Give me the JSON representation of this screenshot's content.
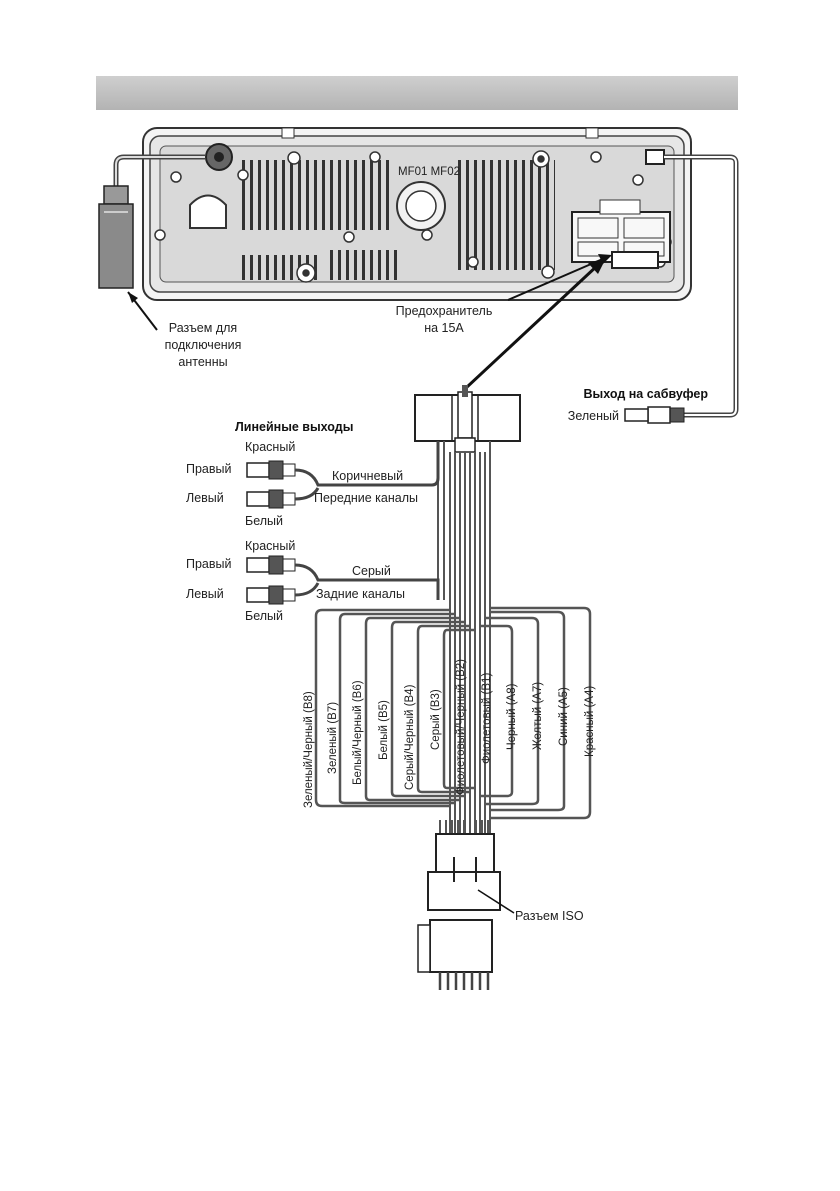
{
  "labels": {
    "antenna_line1": "Разъем для",
    "antenna_line2": "подключения",
    "antenna_line3": "антенны",
    "fuse_line1": "Предохранитель",
    "fuse_line2": "на 15А",
    "subwoofer_title": "Выход на сабвуфер",
    "subwoofer_color": "Зеленый",
    "line_outputs_title": "Линейные выходы",
    "front_red": "Красный",
    "front_right": "Правый",
    "front_left": "Левый",
    "front_white": "Белый",
    "front_wire_color": "Коричневый",
    "front_channels": "Передние каналы",
    "rear_red": "Красный",
    "rear_right": "Правый",
    "rear_left": "Левый",
    "rear_white": "Белый",
    "rear_wire_color": "Серый",
    "rear_channels": "Задние каналы",
    "iso_connector": "Разъем ISO",
    "panel_marking": "MF01 MF02"
  },
  "wires": [
    "Зеленый/Черный (B8)",
    "Зеленый (B7)",
    "Белый/Черный (B6)",
    "Белый (B5)",
    "Серый/Черный (B4)",
    "Серый (B3)",
    "Фиолетовый/Черный (B2)",
    "Фиолетовый (B1)",
    "Черный (A8)",
    "Желтый (A7)",
    "Синий (A5)",
    "Красный (A4)"
  ]
}
